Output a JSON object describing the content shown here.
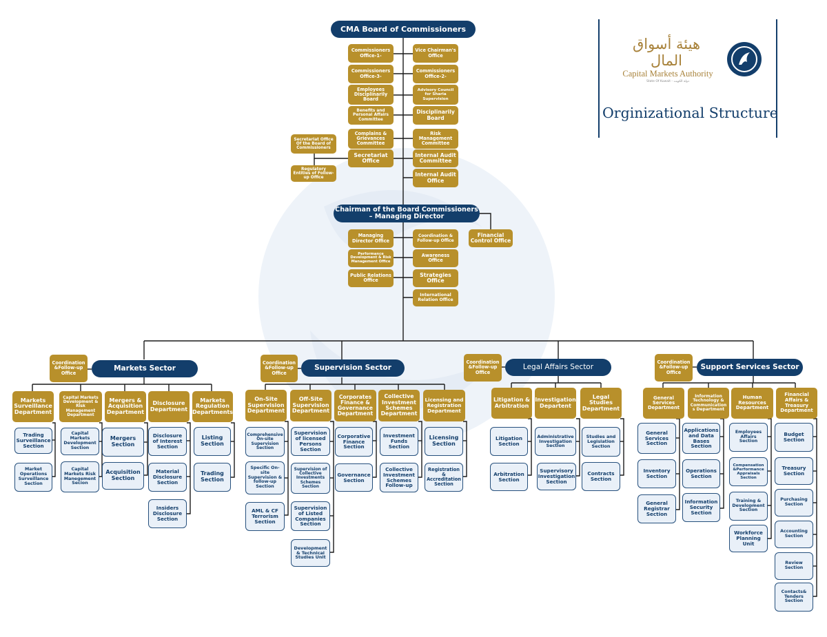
{
  "header": {
    "org_name_ar": "هيئة أسواق المال",
    "org_name_en": "Capital Markets Authority",
    "org_sub": "State Of Kuwait - دولة الكويت",
    "title": "Orginizational Structure"
  },
  "top": {
    "board": "CMA Board of Commissioners",
    "commissioners_office_1": "Commissioners Office-1-",
    "vice_chairman_office": "Vice Chairman's Office",
    "commissioners_office_3": "Commissioners Office-3-",
    "commissioners_office_2": "Commissioners Office-2-",
    "employees_disciplinarily_board": "Employees Disciplinarily Board",
    "advisory_council_sharia": "Advisory Council for Sharia Supervision",
    "benefits_committee": "Benefits and Personal Affairs Committee",
    "disciplinarily_board": "Disciplinarily Board",
    "complains_committee": "Complains & Grievances Committee",
    "risk_committee": "Risk Management Committee",
    "secretariat_office_board": "Secretariat Office Of the Board of Commissioners",
    "secretariat_office": "Secretariat Office",
    "internal_audit_committee": "Internal Audit Committee",
    "regulatory_entities": "Regulatory Entities of Follow-up Office",
    "internal_audit_office": "Internal Audit Office"
  },
  "chairman": {
    "title": "Chairman of the Board Commissioners – Managing Director",
    "managing_director_office": "Managing Director Office",
    "coordination_office": "Coordination & Follow-up Office",
    "financial_control_office": "Financial Control Office",
    "performance_office": "Performance Development & Risk Management Office",
    "awareness_office": "Awareness Office",
    "public_relations_office": "Public Relations Office",
    "strategies_office": "Strategies Office",
    "international_relation_office": "International Relation Office"
  },
  "markets": {
    "title": "Markets Sector",
    "coordination": "Coordination &Follow-up Office",
    "surveillance_dept": "Markets Surveillance Department",
    "trading_surveillance": "Trading Surveillance Section",
    "market_operations": "Market Operations Surveillance Section",
    "risk_dept": "Capital Markets Development & Risk Management Department",
    "cm_development": "Capital Markets Development Section",
    "cm_risk": "Capital Markets Risk Manegement Secion",
    "mergers_dept": "Mergers & Acquisition Department",
    "mergers_section": "Mergers Section",
    "acquisition_section": "Acquisition Section",
    "disclosure_dept": "Disclosure Department",
    "disclosure_interest": "Disclosure of Interest Section",
    "material_disclosure": "Material Disclosure Section",
    "insiders_disclosure": "Insiders Disclosure Section",
    "regulation_dept": "Markets Regulation Departments",
    "listing_section": "Listing Section",
    "trading_section": "Trading Section"
  },
  "supervision": {
    "title": "Supervision Sector",
    "coordination": "Coordination &Follow-up Office",
    "onsite_dept": "On-Site Supervision Department",
    "comprehensive": "Comprehensive On-site Supervision Section",
    "specific": "Specific On-site Supervision & follow-up Section",
    "aml": "AML & CF Terrorism Section",
    "offsite_dept": "Off-Site Supervision Department",
    "licensed_persons": "Supervision of licensed Persons Section",
    "collective_investments": "Supervision of Collective Investments Schemes Section",
    "listed_companies": "Supervision of Listed Companies Section",
    "development_studies": "Development & Technical Studies Unit",
    "corporates_dept": "Corporates Finance & Governance Department",
    "corporate_finance": "Corporative Finance Section",
    "governance": "Governance Section",
    "cis_dept": "Collective Investment Schemes Department",
    "investment_funds": "Investment Funds Section",
    "cis_followup": "Collective Investment Schemes Follow-up",
    "licensing_dept": "Licensing and Registration Department",
    "licensing_section": "Licensing Section",
    "registration_section": "Registration & Accreditation Section"
  },
  "legal": {
    "title": "Legal Affairs Sector",
    "coordination": "Coordination &Follow-up Office",
    "litigation_dept": "Litigation & Arbitration",
    "litigation_section": "Litigation Section",
    "arbitration_section": "Arbitration Section",
    "investigation_dept": "Investigation Departent",
    "admin_investigation": "Administrative Investigation Section",
    "supervisory_investigation": "Supervisory Investigation Section",
    "legal_studies_dept": "Legal Studies Department",
    "studies_legislation": "Studies and Legislation Section",
    "contracts_section": "Contracts Section"
  },
  "support": {
    "title": "Support Services Sector",
    "coordination": "Coordination &Follow-up Office",
    "general_dept": "General Services Department",
    "general_services": "General Services Section",
    "inventory": "Inventory Section",
    "general_registrar": "General Registrar Section",
    "it_dept": "Information Technology & Communication s Department",
    "applications": "Applications and Data Bases Section",
    "operations": "Operations Section",
    "info_security": "Information Security Section",
    "hr_dept": "Human Resources Department",
    "employees_affairs": "Employees Affairs Section",
    "compensation": "Compensation &Performance Appraisals Section",
    "training": "Training & Development Section",
    "workforce": "Workforce Planning Unit",
    "finance_dept": "Financial Affairs & Treasury Department",
    "budget": "Budget Section",
    "treasury": "Treasury Section",
    "purchasing": "Purchasing Section",
    "accounting": "Accounting Section",
    "review": "Review Section",
    "contacts_tenders": "Contacts& Tenders Section"
  },
  "colors": {
    "navy": "#133e6b",
    "gold": "#b8902b",
    "section_fill": "#e9f0f8",
    "section_border": "#254f7c"
  }
}
